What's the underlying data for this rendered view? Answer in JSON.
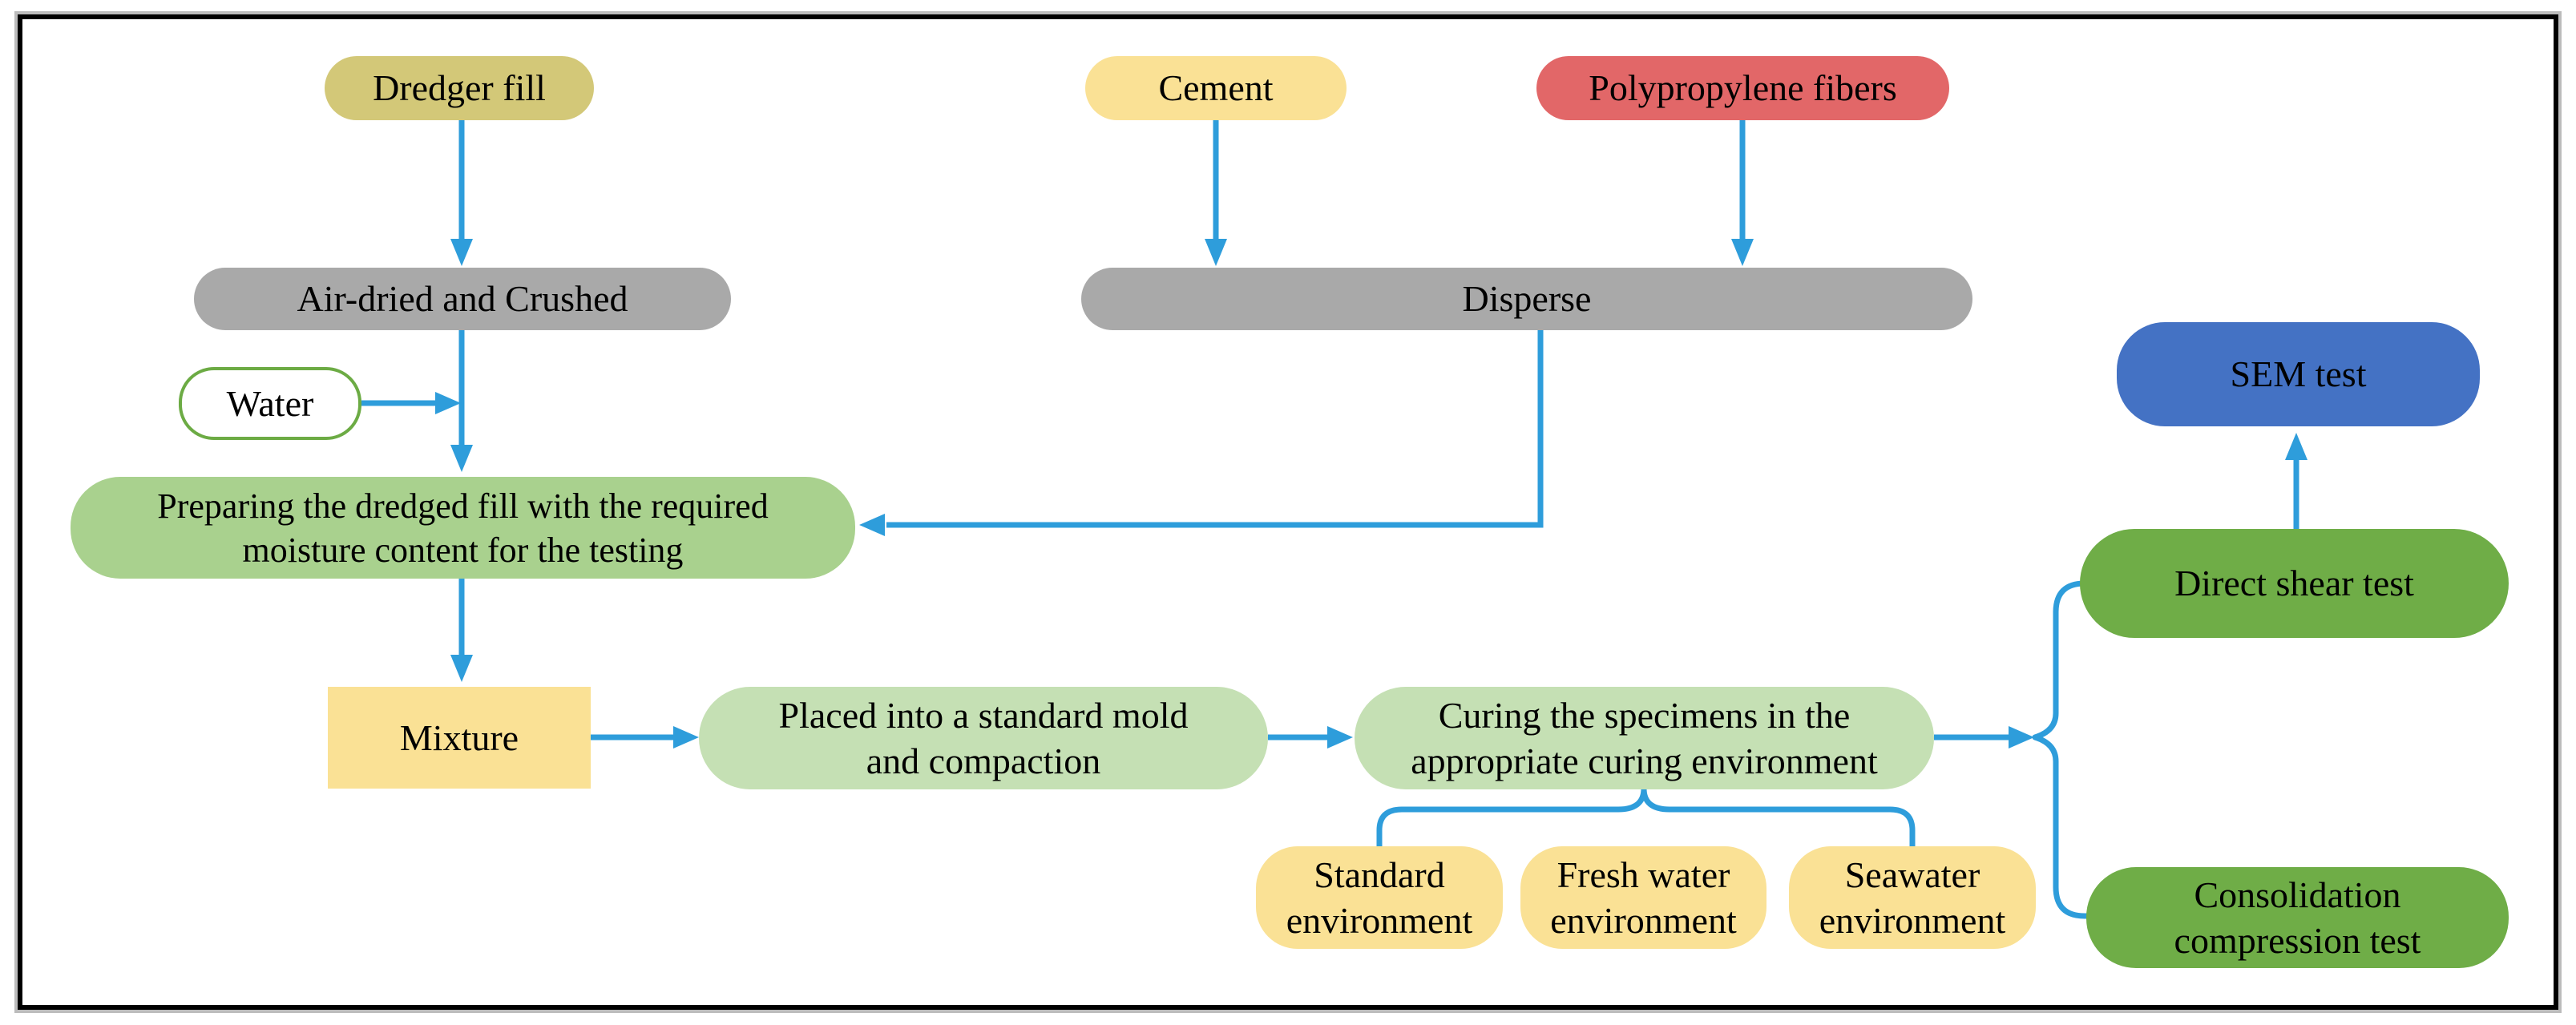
{
  "diagram": {
    "type": "flowchart",
    "connector_color": "#2E9DDB",
    "frame_color": "#000000",
    "frame_shadow_color": "#BCBCBC",
    "nodes": {
      "dredger_fill": {
        "label": "Dredger fill",
        "color": "#D3C878",
        "shape": "pill"
      },
      "cement": {
        "label": "Cement",
        "color": "#FAE195",
        "shape": "pill"
      },
      "polypropylene": {
        "label": "Polypropylene fibers",
        "color": "#E26768",
        "shape": "pill"
      },
      "air_dried": {
        "label": "Air-dried and Crushed",
        "color": "#A9A9A9",
        "shape": "bar"
      },
      "disperse": {
        "label": "Disperse",
        "color": "#A9A9A9",
        "shape": "bar"
      },
      "water": {
        "label": "Water",
        "color": "#FFFFFF",
        "border_color": "#6CAB44",
        "shape": "oval"
      },
      "preparing": {
        "label": "Preparing the dredged fill with the required\nmoisture content for the testing",
        "color": "#A9D18E",
        "shape": "pill"
      },
      "mixture": {
        "label": "Mixture",
        "color": "#FAE195",
        "shape": "rect"
      },
      "placed": {
        "label": "Placed into a standard mold\nand compaction",
        "color": "#C5E0B4",
        "shape": "pill"
      },
      "curing": {
        "label": "Curing the specimens in the\nappropriate curing environment",
        "color": "#C5E0B4",
        "shape": "pill"
      },
      "standard_env": {
        "label": "Standard\nenvironment",
        "color": "#FAE195",
        "shape": "pill"
      },
      "fresh_water_env": {
        "label": "Fresh water\nenvironment",
        "color": "#FAE195",
        "shape": "pill"
      },
      "seawater_env": {
        "label": "Seawater\nenvironment",
        "color": "#FAE195",
        "shape": "pill"
      },
      "sem_test": {
        "label": "SEM test",
        "color": "#4472C4",
        "shape": "pill"
      },
      "direct_shear_test": {
        "label": "Direct shear test",
        "color": "#6FAD47",
        "shape": "pill"
      },
      "consolidation_test": {
        "label": "Consolidation\ncompression test",
        "color": "#6FAD47",
        "shape": "pill"
      }
    },
    "edges": [
      {
        "from": "dredger_fill",
        "to": "air_dried"
      },
      {
        "from": "cement",
        "to": "disperse"
      },
      {
        "from": "polypropylene",
        "to": "disperse"
      },
      {
        "from": "air_dried",
        "to": "preparing"
      },
      {
        "from": "water",
        "to": "preparing"
      },
      {
        "from": "disperse",
        "to": "preparing"
      },
      {
        "from": "preparing",
        "to": "mixture"
      },
      {
        "from": "mixture",
        "to": "placed"
      },
      {
        "from": "placed",
        "to": "curing"
      },
      {
        "from": "curing",
        "to": "standard_env",
        "via": "brace"
      },
      {
        "from": "curing",
        "to": "fresh_water_env",
        "via": "brace"
      },
      {
        "from": "curing",
        "to": "seawater_env",
        "via": "brace"
      },
      {
        "from": "curing",
        "to": "direct_shear_test",
        "via": "brace"
      },
      {
        "from": "curing",
        "to": "consolidation_test",
        "via": "brace"
      },
      {
        "from": "direct_shear_test",
        "to": "sem_test"
      }
    ]
  }
}
